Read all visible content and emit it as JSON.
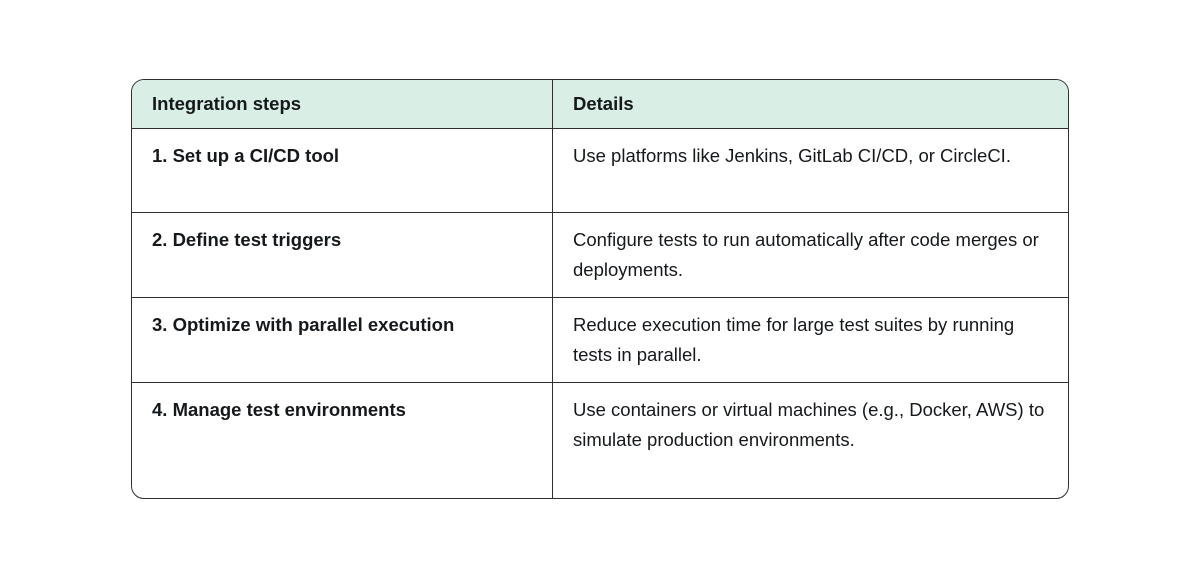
{
  "table": {
    "columns": [
      {
        "label": "Integration steps"
      },
      {
        "label": "Details"
      }
    ],
    "rows": [
      {
        "step": "1. Set up a CI/CD tool",
        "details": "Use platforms like Jenkins, GitLab CI/CD, or CircleCI."
      },
      {
        "step": "2. Define test triggers",
        "details": "Configure tests to run automatically after code merges or deployments."
      },
      {
        "step": "3. Optimize with parallel execution",
        "details": "Reduce execution time for large test suites by running tests in parallel."
      },
      {
        "step": "4. Manage test environments",
        "details": "Use containers or virtual machines (e.g., Docker, AWS) to simulate production environments."
      }
    ],
    "colors": {
      "header_bg": "#d9eee5",
      "border": "#2f2f2f",
      "text": "#15191c",
      "page_bg": "#ffffff"
    }
  }
}
